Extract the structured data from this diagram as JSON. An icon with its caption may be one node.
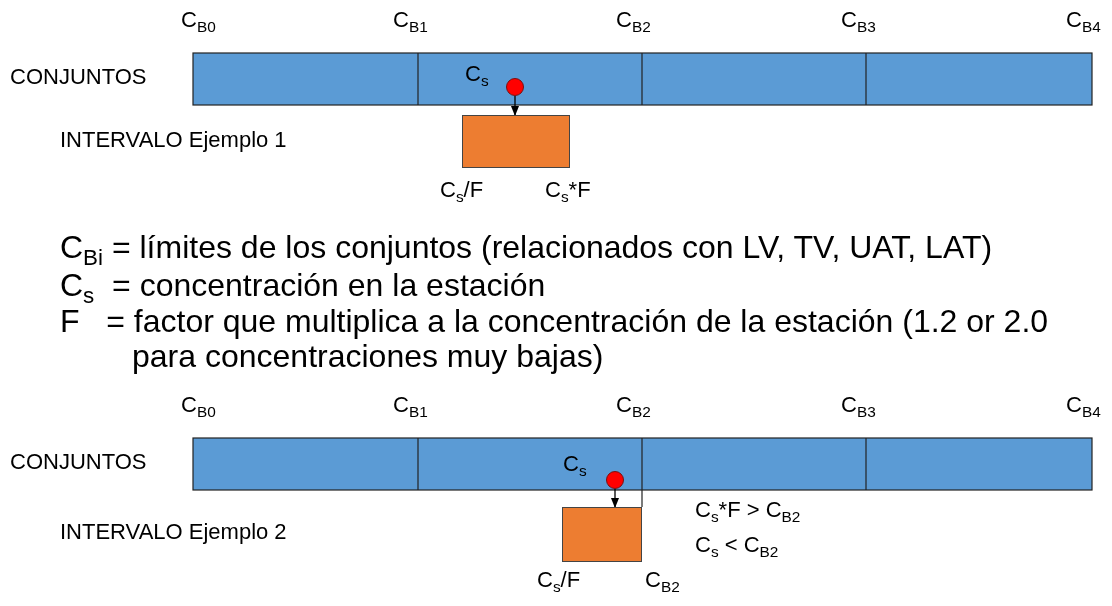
{
  "diagram": {
    "nodes": [
      {
        "text": [],
        "shape": "circle"
      },
      {
        "text": [],
        "shape": "box"
      },
      {
        "text": [],
        "shape": "circle"
      },
      {
        "text": [],
        "shape": "box"
      }
    ],
    "edges": [
      {
        "from": 0,
        "to": 1,
        "arrow": "to"
      },
      {
        "from": 2,
        "to": 3,
        "arrow": "to"
      }
    ],
    "labels": [
      "C$_{B0}$",
      "C$_{B1}$",
      "C$_{B2}$",
      "C$_{B3}$",
      "C$_{B4}$",
      "CONJUNTOS",
      "C$_{s}$",
      "INTERVALO Ejemplo 1",
      "C$_{s}$/F",
      "C$_{s}$*F",
      "C$_{Bi}$ = límites de los conjuntos (relacionados con LV, TV, UAT, LAT)",
      "C$_{s}$  = concentración en la estación",
      "F   = factor que multiplica a la concentración de la estación (1.2 or 2.0 para concentraciones muy bajas)",
      "C$_{B0}$",
      "C$_{B1}$",
      "C$_{B2}$",
      "C$_{B3}$",
      "C$_{B4}$",
      "CONJUNTOS",
      "C$_{s}$",
      "INTERVALO Ejemplo 2",
      "C$_{s}$*F > C$_{B2}$",
      "C$_{s}$ < C$_{B2}$",
      "C$_{s}$/F",
      "C$_{B2}$"
    ]
  }
}
